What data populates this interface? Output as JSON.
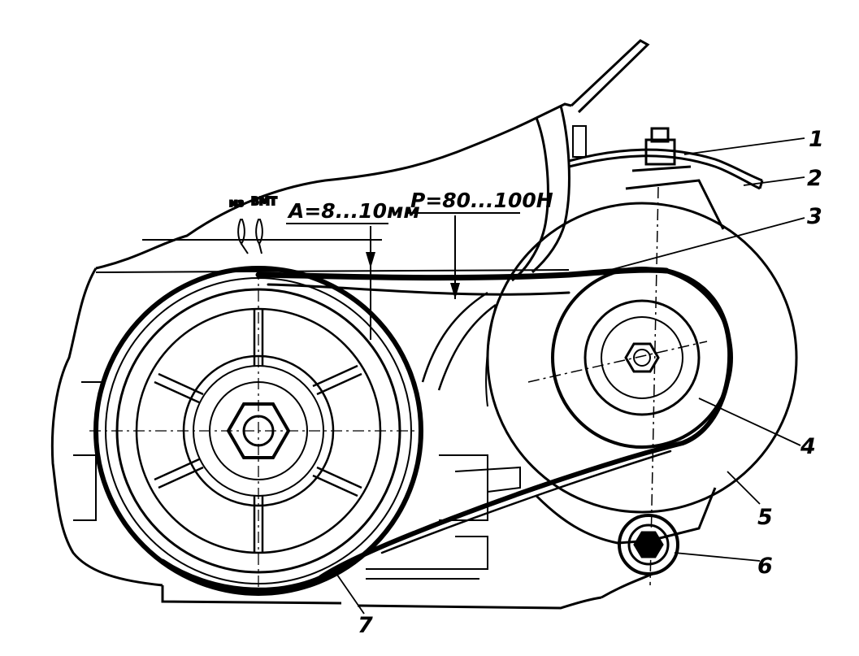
{
  "annotations": {
    "belt_deflection": "A=8...10мм",
    "force": "P=80...100Н",
    "mark_mz": "мз",
    "mark_vmt": "ВМТ"
  },
  "part_labels": [
    "1",
    "2",
    "3",
    "4",
    "5",
    "6",
    "7"
  ],
  "colors": {
    "ink": "#000000",
    "paper": "#ffffff"
  }
}
